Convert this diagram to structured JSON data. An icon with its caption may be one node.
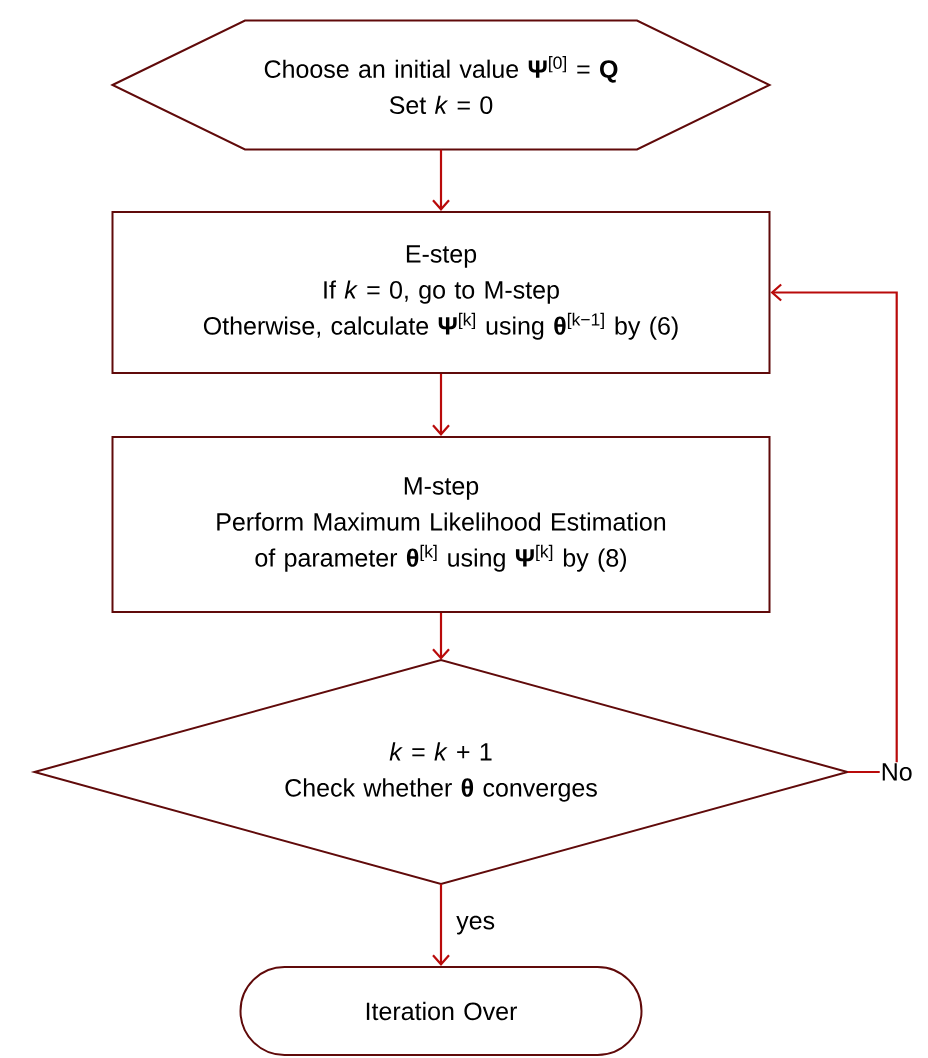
{
  "diagram": {
    "nodes": [
      {
        "text": [
          "Choose an initial value **Ψ**$^{[0]}$ = **Q**",
          "Set *k* = 0"
        ]
      },
      {
        "text": [
          "E-step",
          "If *k* = 0, go to M-step",
          "Otherwise, calculate **Ψ**$^{[k]}$ using **θ**$^{[k−1]}$ by (6)"
        ]
      },
      {
        "text": [
          "M-step",
          "Perform Maximum Likelihood Estimation of parameter **θ**$^{[k]}$ using **Ψ**$^{[k]}$ by (8)"
        ]
      },
      {
        "text": [
          "*k* = *k* + 1",
          "Check whether **θ** converges"
        ]
      },
      {
        "text": [
          "Iteration Over"
        ]
      }
    ],
    "edges": [
      {
        "from": 0,
        "to": 1,
        "arrow": "to"
      },
      {
        "from": 1,
        "to": 2,
        "arrow": "to"
      },
      {
        "from": 2,
        "to": 3,
        "arrow": "to"
      },
      {
        "from": 3,
        "to": 4,
        "arrow": "to",
        "label": "yes"
      },
      {
        "from": 3,
        "to": 1,
        "arrow": "to",
        "label": "No"
      }
    ]
  }
}
